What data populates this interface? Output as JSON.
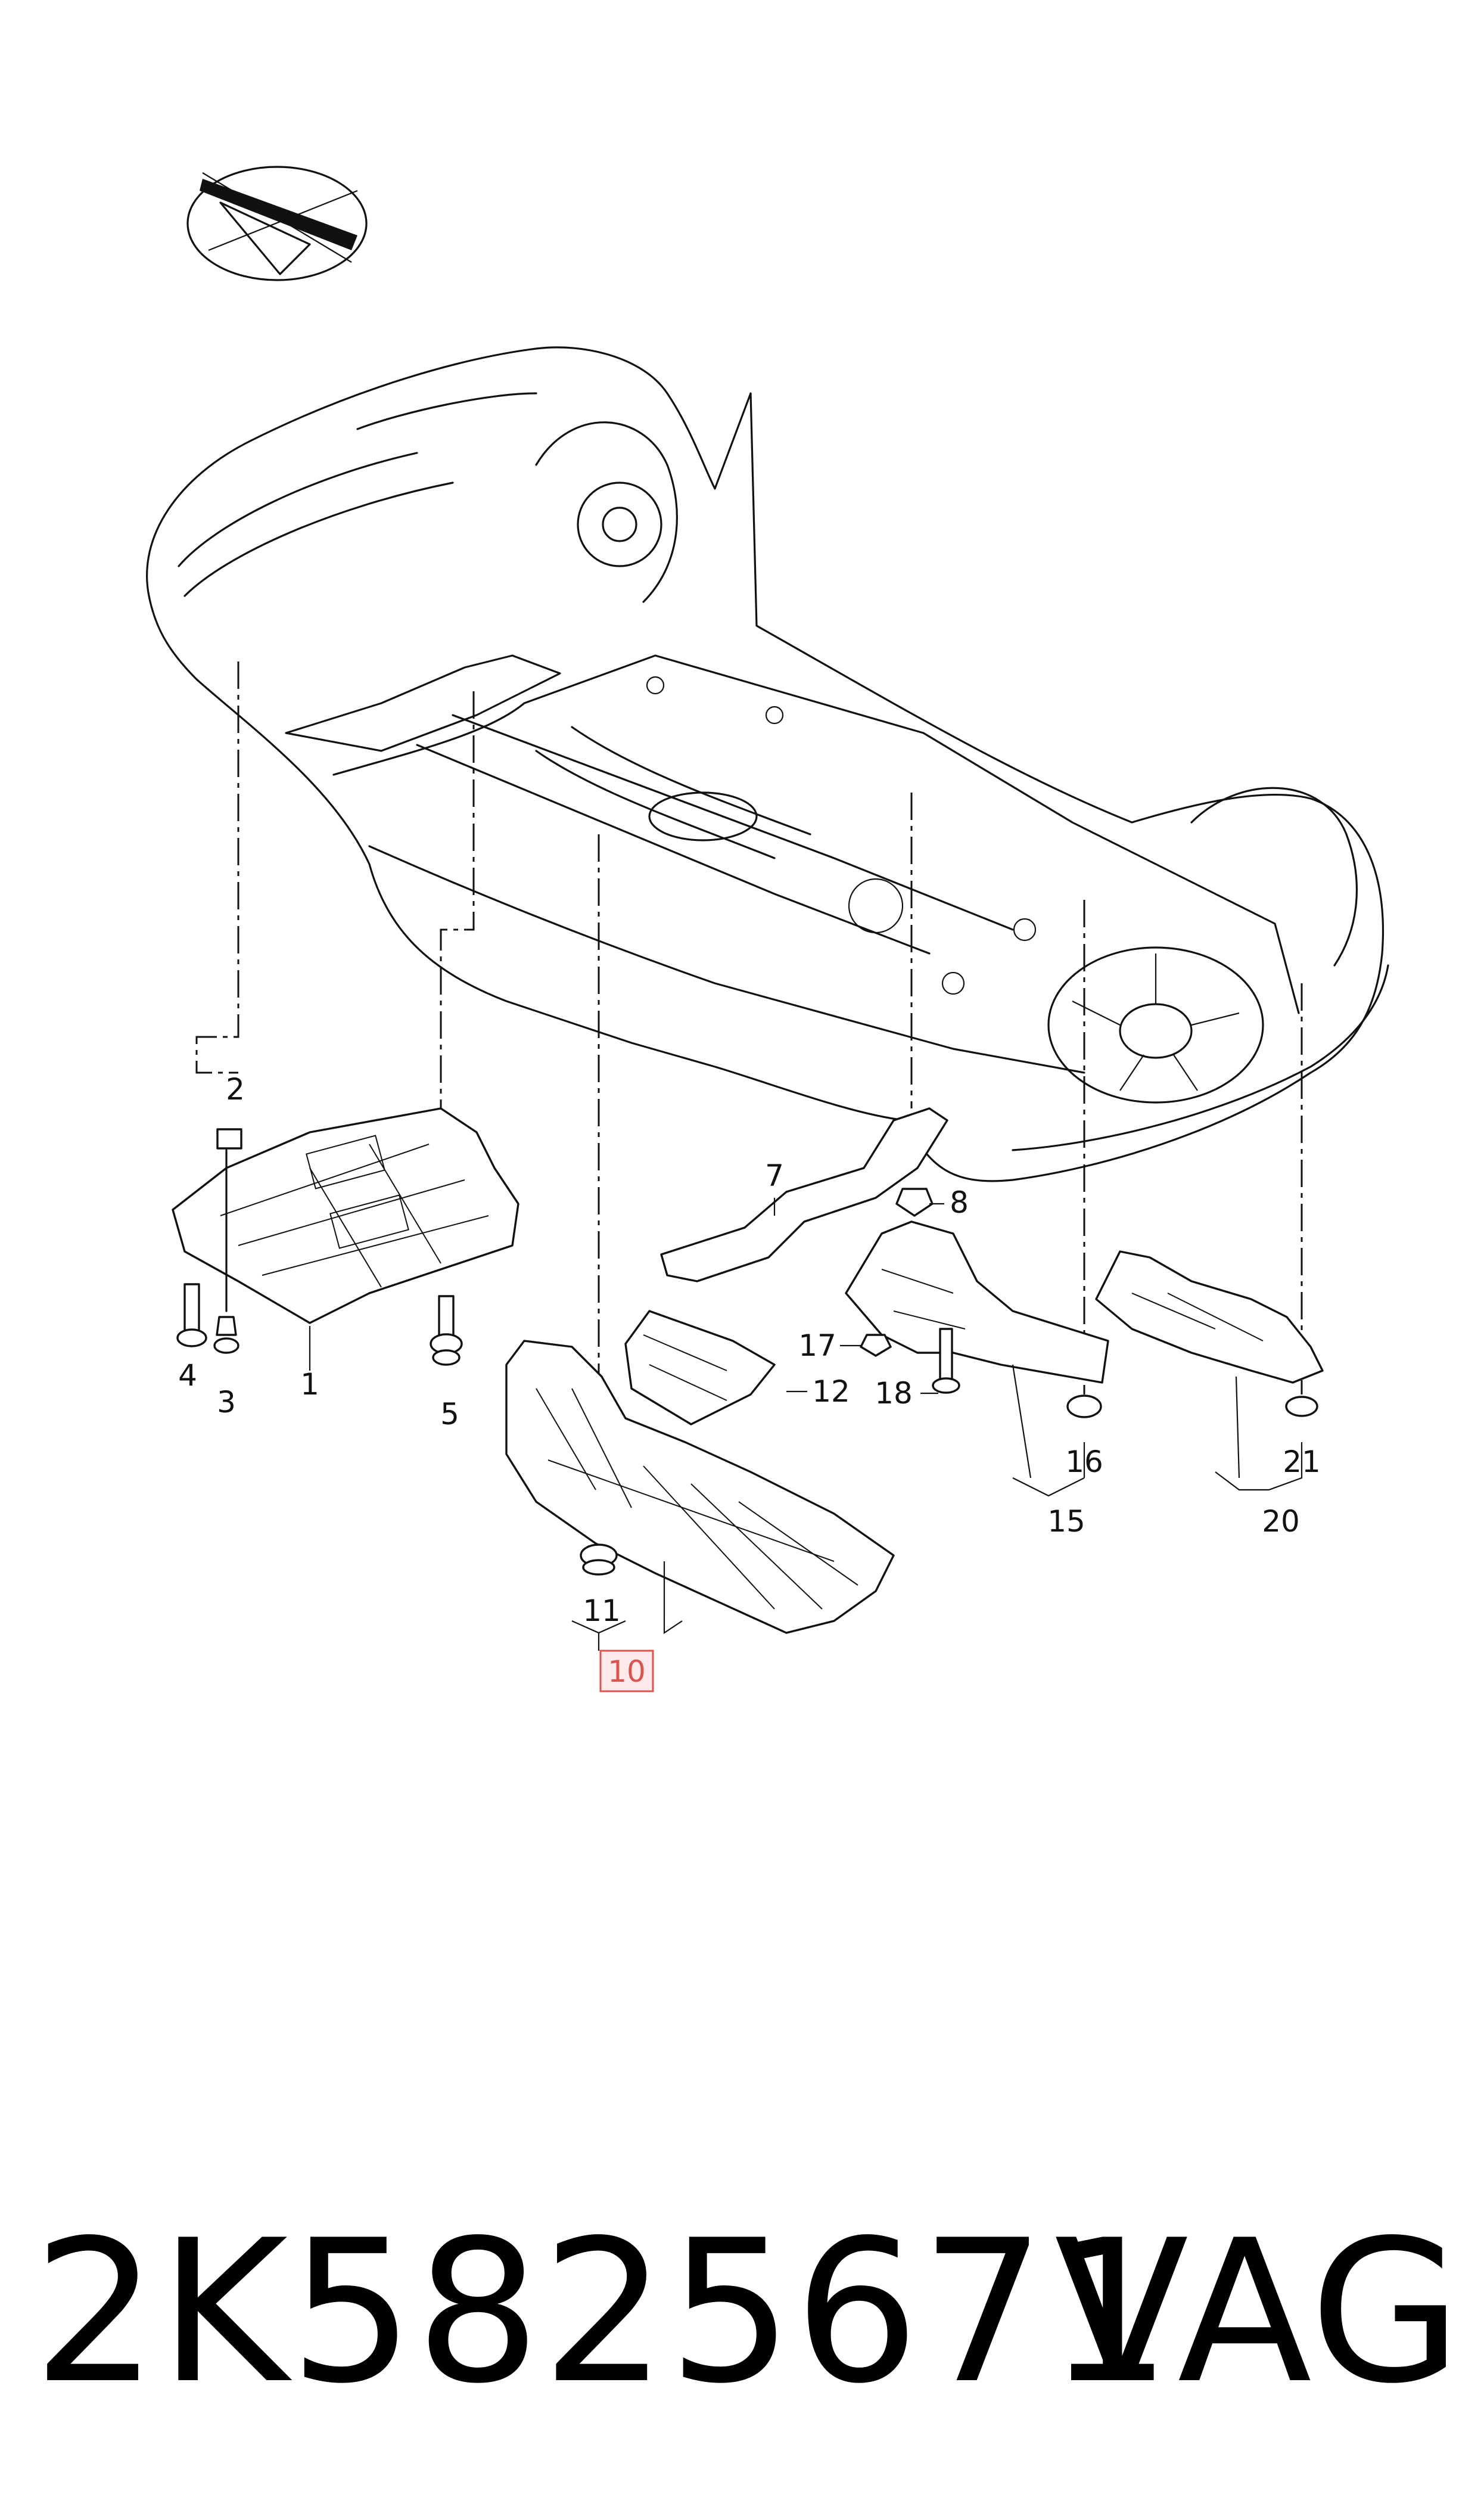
{
  "callouts": {
    "c1": "1",
    "c2": "2",
    "c3": "3",
    "c4": "4",
    "c5": "5",
    "c7": "7",
    "c8": "8",
    "c10": "10",
    "c11": "11",
    "c12": "12",
    "c15": "15",
    "c16": "16",
    "c17": "17",
    "c18": "18",
    "c20": "20",
    "c21": "21"
  },
  "highlighted_callout": "10",
  "highlight_color": "#d9534f",
  "footer": {
    "part_number": "2K5825671",
    "brand": "VAG"
  }
}
